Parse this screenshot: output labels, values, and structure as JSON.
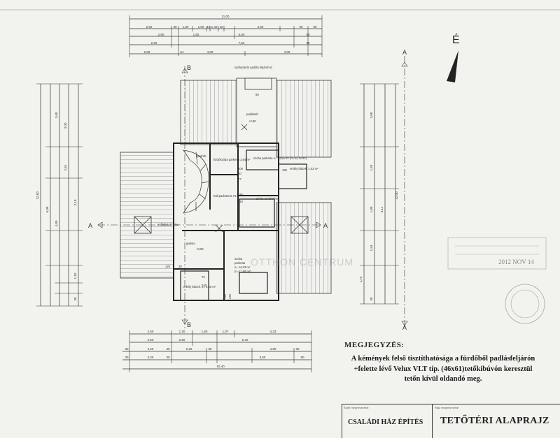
{
  "north_label": "É",
  "section_a": "A",
  "section_b": "B",
  "total_dims": {
    "top": "11,00",
    "bottom": "10,40",
    "left": "12,60",
    "right": "12,00"
  },
  "top_dims": {
    "row1": [
      "2,50",
      "30",
      "1,00",
      "1,00",
      "10",
      "1,40",
      "10",
      "2,90",
      "90",
      "90"
    ],
    "row2": [
      "2,60",
      "1,50",
      "6,60",
      "90"
    ],
    "row3": [
      "2,60",
      "7,50",
      "90"
    ],
    "row4": [
      "2,09",
      "61",
      "4,00",
      "4,00"
    ]
  },
  "bottom_dims": {
    "row1": [
      "2,50",
      "1,30",
      "1,50",
      "1,07",
      "4,33"
    ],
    "row2": [
      "2,50",
      "2,50",
      "5,40"
    ],
    "row3": [
      "30",
      "2,20",
      "30",
      "2,20",
      "30",
      "4,80",
      "30"
    ],
    "row4": [
      "30",
      "2,20",
      "30",
      "3,50",
      "90"
    ]
  },
  "left_dims": [
    "3,60",
    "3,00",
    "6,00",
    "4,80",
    "2,61",
    "2,10",
    "1,10",
    "30"
  ],
  "right_dims": [
    "3,60",
    "1,55",
    "3,11",
    "1,80",
    "1,94",
    "1,72",
    "30"
  ],
  "rooms": {
    "attic_access": "nyílászárós padlás feljáróhoz",
    "attic": "padlástér",
    "attic_level": "+2,90",
    "bath": "fürdőszoba parketta 3,64 m²",
    "room1": "szoba parketta s= 13,55 m² (n=10,78 m²)",
    "balcony1": "erkély fabork. 1,02 m²",
    "hall": "hall parketta 5,74 m²",
    "chimney": "24 ho-os kémény",
    "storage": "tetőkibúvó helye",
    "cabinet": "gardrób",
    "gallery": "galéria",
    "gallery_level": "+0,00",
    "room2_name": "szoba",
    "room2_floor": "parketta",
    "room2_area": "s= 14,23 m²",
    "room2_net": "(n=11,68 m²)",
    "balcony2": "erkély fabork. s= 8,40 m²",
    "nums": [
      "200",
      "60",
      "77",
      "90",
      "210",
      "150",
      "90",
      "75",
      "240",
      "120",
      "30",
      "240",
      "150"
    ]
  },
  "watermark": "OTTHON CENTRUM",
  "stamp_date": "2012 NOV 14",
  "note_title": "MEGJEGYZÉS:",
  "note_lines": [
    "A kémények felső tisztíthatósága a fürdőből padlásfeljárón",
    "+felette lévő Velux VLT típ. (46x61)tetőkibúvón keresztül",
    "tetőn kívül oldandó meg."
  ],
  "title_block": {
    "project": "CSALÁDI HÁZ ÉPÍTÉS",
    "sheet": "TETŐTÉRI ALAPRAJZ",
    "small_left": "Építő megnevezése:",
    "small_right": "Rajz megnevezése:"
  }
}
